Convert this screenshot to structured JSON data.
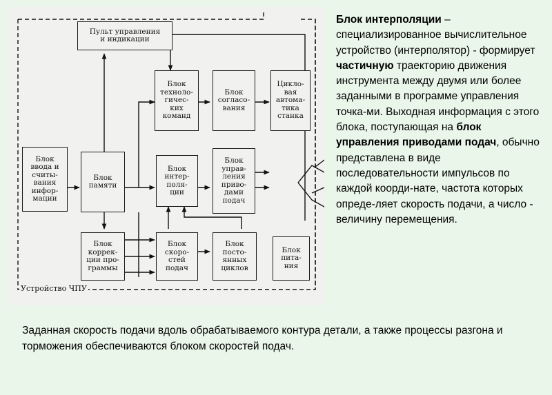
{
  "diagram": {
    "frame_label": "Устройство ЧПУ",
    "blocks": {
      "control_panel": "Пульт управления\nи индикации",
      "tech_commands": "Блок\nтехноло-\nгичес-\nких\nкоманд",
      "matching": "Блок\nсогласо-\nвания",
      "cycle_automation": "Цикло-\nвая\nавтома-\nтика\nстанка",
      "input_reading": "Блок\nввода и\nсчиты-\nвания\nинфор-\nмации",
      "memory": "Блок\nпамяти",
      "interpolation": "Блок\nинтер-\nполя-\nции",
      "feed_drive_control": "Блок\nуправ-\nления\nприво-\nдами\nподач",
      "program_correction": "Блок\nкоррек-\nции про-\nграммы",
      "feed_speeds": "Блок\nскоро-\nстей\nподач",
      "fixed_cycles": "Блок\nпосто-\nянных\nциклов",
      "power_supply": "Блок\nпита-\nния"
    }
  },
  "right_text": {
    "p1_bold": "Блок интерполяции",
    "p2": " – специализированное вычислительное устройство (интерполятор) - формирует ",
    "p3_bold": "частичную",
    "p4": " траекторию движения инструмента между двумя или более заданными в программе управления точка-ми. Выходная информация с этого блока, поступающая на ",
    "p5_bold": "блок управления приводами подач",
    "p6": ", обычно представлена в виде последовательности импульсов по каждой коорди-нате, частота которых опреде-ляет скорость подачи, а число - величину перемещения."
  },
  "bottom_text": "Заданная скорость подачи вдоль обрабатываемого контура детали, а также процессы разгона и торможения обеспечиваются блоком скоростей подач."
}
